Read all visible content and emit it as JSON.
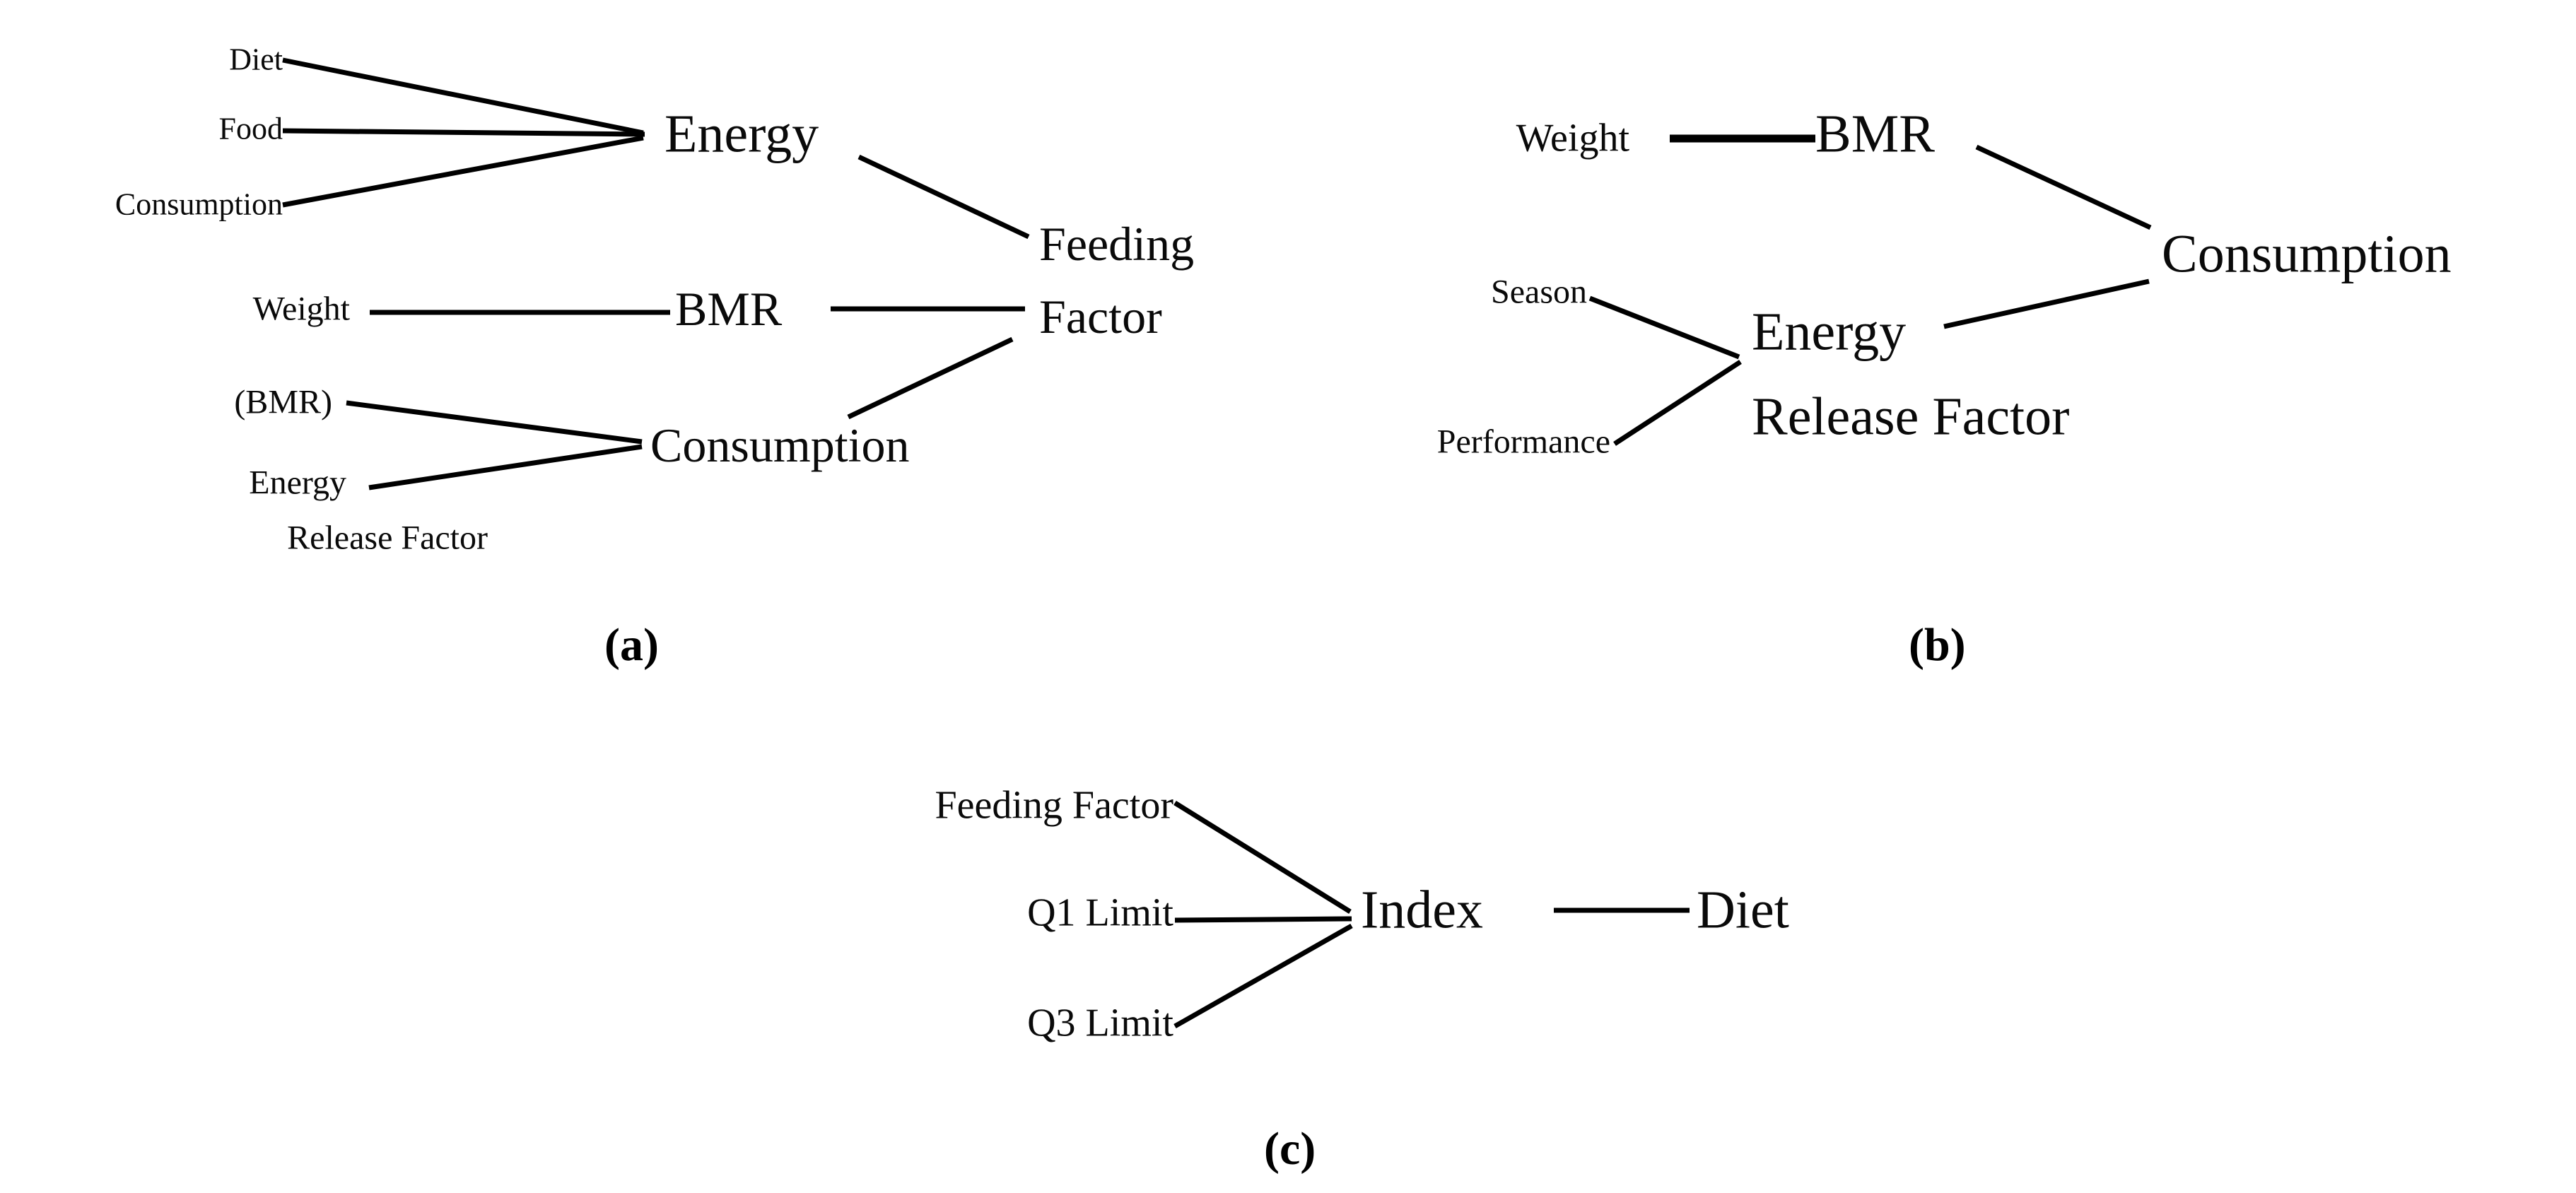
{
  "figure": {
    "type": "bayesian-network-diagram",
    "background": "#ffffff",
    "stroke": "#000000",
    "panel_count": 3
  },
  "panels": [
    {
      "id": "a",
      "caption": "(a)",
      "nodes": [
        {
          "key": "diet",
          "label": "Diet"
        },
        {
          "key": "food",
          "label": "Food"
        },
        {
          "key": "consumption_in",
          "label": "Consumption"
        },
        {
          "key": "energy",
          "label": "Energy"
        },
        {
          "key": "feeding",
          "label": "Feeding"
        },
        {
          "key": "factor",
          "label": "Factor"
        },
        {
          "key": "weight",
          "label": "Weight"
        },
        {
          "key": "bmr",
          "label": "BMR"
        },
        {
          "key": "bmr_paren",
          "label": "(BMR)"
        },
        {
          "key": "energy2",
          "label": "Energy"
        },
        {
          "key": "release",
          "label": "Release Factor"
        },
        {
          "key": "consumption",
          "label": "Consumption"
        }
      ],
      "edges": [
        {
          "from": "diet",
          "to": "energy"
        },
        {
          "from": "food",
          "to": "energy"
        },
        {
          "from": "consumption_in",
          "to": "energy"
        },
        {
          "from": "energy",
          "to": "feeding-factor"
        },
        {
          "from": "weight",
          "to": "bmr"
        },
        {
          "from": "bmr",
          "to": "feeding-factor"
        },
        {
          "from": "bmr_paren",
          "to": "consumption"
        },
        {
          "from": "energy_release_factor",
          "to": "consumption"
        },
        {
          "from": "consumption",
          "to": "feeding-factor"
        }
      ]
    },
    {
      "id": "b",
      "caption": "(b)",
      "nodes": [
        {
          "key": "weight",
          "label": "Weight"
        },
        {
          "key": "bmr",
          "label": "BMR"
        },
        {
          "key": "consumption",
          "label": "Consumption"
        },
        {
          "key": "season",
          "label": "Season"
        },
        {
          "key": "performance",
          "label": "Performance"
        },
        {
          "key": "energy",
          "label": "Energy"
        },
        {
          "key": "release",
          "label": "Release Factor"
        }
      ],
      "edges": [
        {
          "from": "weight",
          "to": "bmr"
        },
        {
          "from": "bmr",
          "to": "consumption"
        },
        {
          "from": "season",
          "to": "energy_release_factor"
        },
        {
          "from": "performance",
          "to": "energy_release_factor"
        },
        {
          "from": "energy_release_factor",
          "to": "consumption"
        }
      ]
    },
    {
      "id": "c",
      "caption": "(c)",
      "nodes": [
        {
          "key": "feeding_factor",
          "label": "Feeding Factor"
        },
        {
          "key": "q1_limit",
          "label": "Q1 Limit"
        },
        {
          "key": "q3_limit",
          "label": "Q3 Limit"
        },
        {
          "key": "index",
          "label": "Index"
        },
        {
          "key": "diet",
          "label": "Diet"
        }
      ],
      "edges": [
        {
          "from": "feeding_factor",
          "to": "index"
        },
        {
          "from": "q1_limit",
          "to": "index"
        },
        {
          "from": "q3_limit",
          "to": "index"
        },
        {
          "from": "index",
          "to": "diet"
        }
      ]
    }
  ],
  "labels": {
    "a": {
      "diet": "Diet",
      "food": "Food",
      "consumption_in": "Consumption",
      "energy": "Energy",
      "feeding": "Feeding",
      "factor": "Factor",
      "weight": "Weight",
      "bmr": "BMR",
      "bmr_paren": "(BMR)",
      "energy2": "Energy",
      "release": "Release Factor",
      "consumption": "Consumption",
      "caption": "(a)"
    },
    "b": {
      "weight": "Weight",
      "bmr": "BMR",
      "consumption": "Consumption",
      "season": "Season",
      "performance": "Performance",
      "energy": "Energy",
      "release": "Release Factor",
      "caption": "(b)"
    },
    "c": {
      "feeding_factor": "Feeding Factor",
      "q1_limit": "Q1 Limit",
      "q3_limit": "Q3 Limit",
      "index": "Index",
      "diet": "Diet",
      "caption": "(c)"
    }
  }
}
